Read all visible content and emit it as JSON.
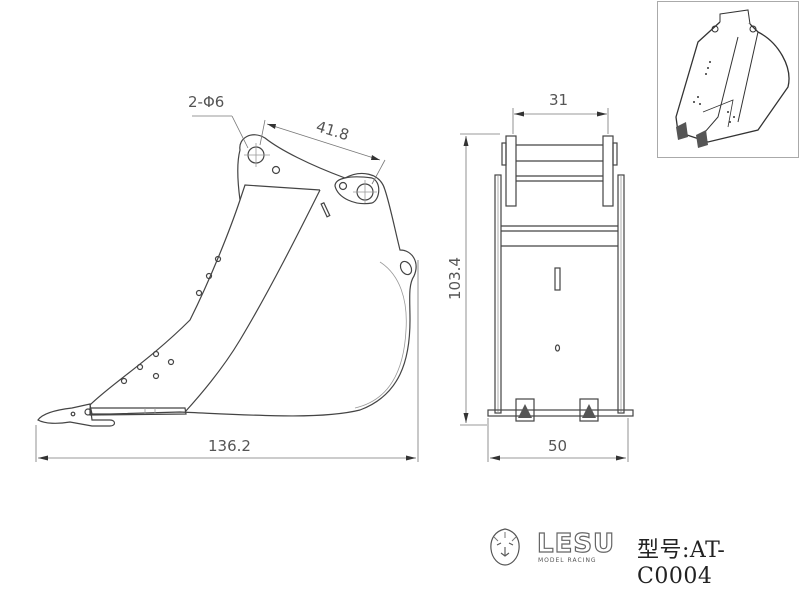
{
  "drawing": {
    "title": "Excavator bucket dimension drawing",
    "side_view": {
      "hole_callout": "2-Φ6",
      "pin_spacing": "41.8",
      "overall_length": "136.2"
    },
    "front_view": {
      "top_width": "31",
      "height": "103.4",
      "bottom_width": "50"
    }
  },
  "inset": {
    "label": "3D isometric view of bucket"
  },
  "brand": {
    "logo_icon": "lion-head-icon",
    "name": "LESU",
    "tagline": "MODEL RACING",
    "model_label": "型号:AT-C0004"
  }
}
